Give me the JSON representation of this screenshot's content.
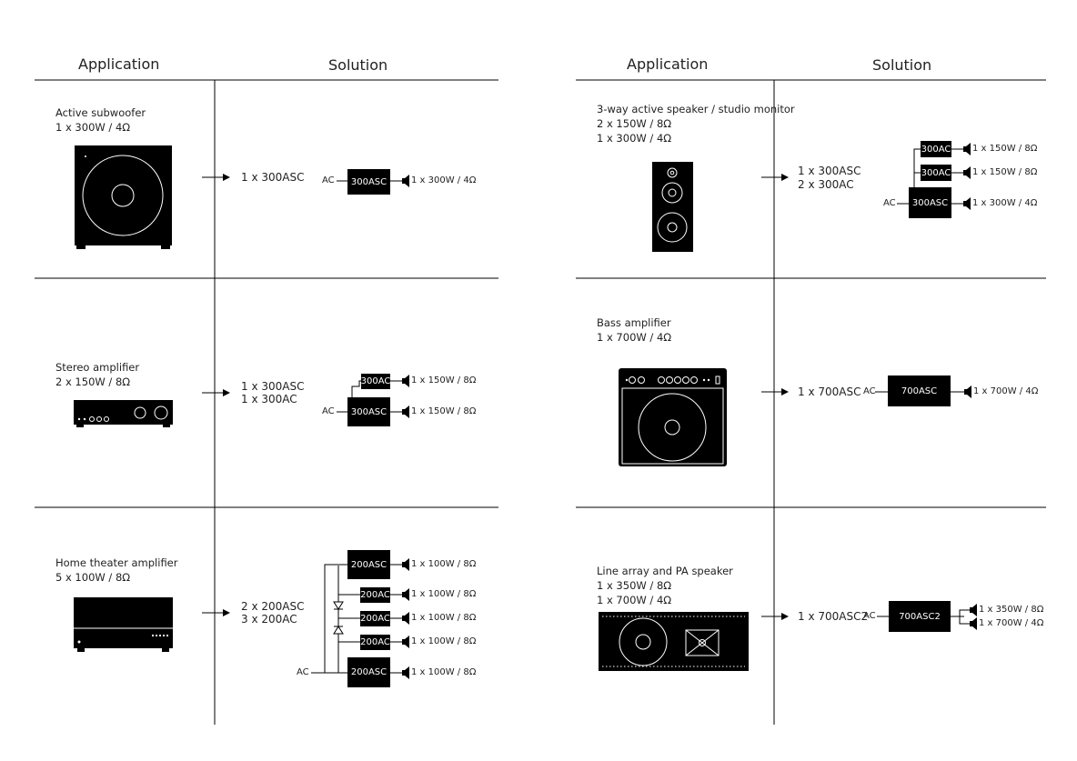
{
  "left": {
    "headers": {
      "application": "Application",
      "solution": "Solution"
    },
    "rows": [
      {
        "app_title": "Active subwoofer",
        "app_spec": "1 x 300W / 4Ω",
        "solution_lines": [
          "1 x 300ASC"
        ],
        "ac_label": "AC",
        "modules": [
          "300ASC"
        ],
        "outputs": [
          "1 x 300W / 4Ω"
        ]
      },
      {
        "app_title": "Stereo amplifier",
        "app_spec": "2 x 150W / 8Ω",
        "solution_lines": [
          "1 x 300ASC",
          "1 x 300AC"
        ],
        "ac_label": "AC",
        "modules": [
          "300AC",
          "300ASC"
        ],
        "outputs": [
          "1 x 150W / 8Ω",
          "1 x 150W / 8Ω"
        ]
      },
      {
        "app_title": "Home theater amplifier",
        "app_spec": "5 x 100W / 8Ω",
        "solution_lines": [
          "2 x 200ASC",
          "3 x 200AC"
        ],
        "ac_label": "AC",
        "modules": [
          "200ASC",
          "200AC",
          "200AC",
          "200AC",
          "200ASC"
        ],
        "outputs": [
          "1 x 100W / 8Ω",
          "1 x 100W / 8Ω",
          "1 x 100W / 8Ω",
          "1 x 100W / 8Ω",
          "1 x 100W / 8Ω"
        ]
      }
    ]
  },
  "right": {
    "headers": {
      "application": "Application",
      "solution": "Solution"
    },
    "rows": [
      {
        "app_title": "3-way active speaker / studio monitor",
        "app_spec_lines": [
          "2 x 150W / 8Ω",
          "1 x 300W / 4Ω"
        ],
        "solution_lines": [
          "1 x 300ASC",
          "2 x 300AC"
        ],
        "ac_label": "AC",
        "modules": [
          "300AC",
          "300AC",
          "300ASC"
        ],
        "outputs": [
          "1 x 150W / 8Ω",
          "1 x 150W / 8Ω",
          "1 x 300W / 4Ω"
        ]
      },
      {
        "app_title": "Bass amplifier",
        "app_spec": "1 x 700W / 4Ω",
        "solution_lines": [
          "1 x 700ASC"
        ],
        "ac_label": "AC",
        "modules": [
          "700ASC"
        ],
        "outputs": [
          "1 x 700W / 4Ω"
        ]
      },
      {
        "app_title": "Line array and PA speaker",
        "app_spec_lines": [
          "1 x 350W / 8Ω",
          "1 x 700W / 4Ω"
        ],
        "solution_lines": [
          "1 x 700ASC2"
        ],
        "ac_label": "AC",
        "modules": [
          "700ASC2"
        ],
        "outputs": [
          "1 x 350W / 8Ω",
          "1 x 700W / 4Ω"
        ]
      }
    ]
  },
  "icons": [
    "subwoofer-icon",
    "stereo-amplifier-icon",
    "av-receiver-icon",
    "studio-monitor-icon",
    "bass-amp-icon",
    "pa-speaker-icon",
    "speaker-icon",
    "arrow-right-icon",
    "diode-icon"
  ],
  "colors": {
    "ink": "#000000",
    "text": "#222222",
    "background": "#ffffff"
  }
}
